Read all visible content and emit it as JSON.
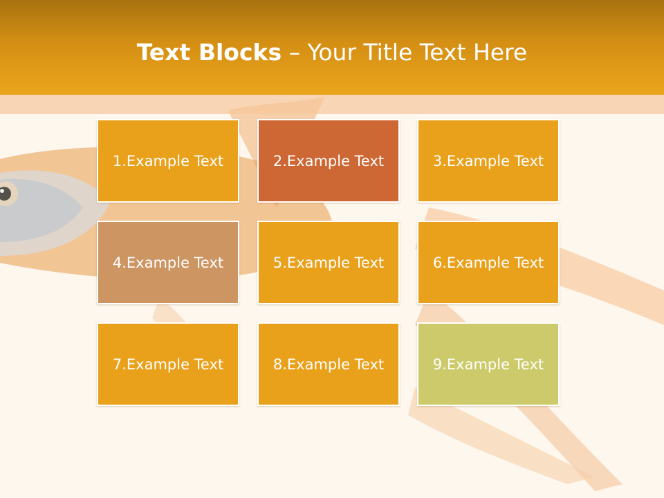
{
  "title": {
    "bold_text": "Text Blocks",
    "rest_text": " – Your Title Text Here"
  },
  "colors": {
    "header": "#e9a11c",
    "tile_orange": "#e9a11c",
    "tile_rust": "#cd6733",
    "tile_tan": "#cc9562",
    "tile_olive": "#ccca6a",
    "background": "#fdf7ee"
  },
  "background_image": "goldfish-photo",
  "blocks": [
    {
      "label": "1.Example Text",
      "color": "#e9a11c"
    },
    {
      "label": "2.Example Text",
      "color": "#cd6733"
    },
    {
      "label": "3.Example Text",
      "color": "#e9a11c"
    },
    {
      "label": "4.Example Text",
      "color": "#cc9562"
    },
    {
      "label": "5.Example Text",
      "color": "#e9a11c"
    },
    {
      "label": "6.Example Text",
      "color": "#e9a11c"
    },
    {
      "label": "7.Example Text",
      "color": "#e9a11c"
    },
    {
      "label": "8.Example Text",
      "color": "#e9a11c"
    },
    {
      "label": "9.Example Text",
      "color": "#ccca6a"
    }
  ]
}
